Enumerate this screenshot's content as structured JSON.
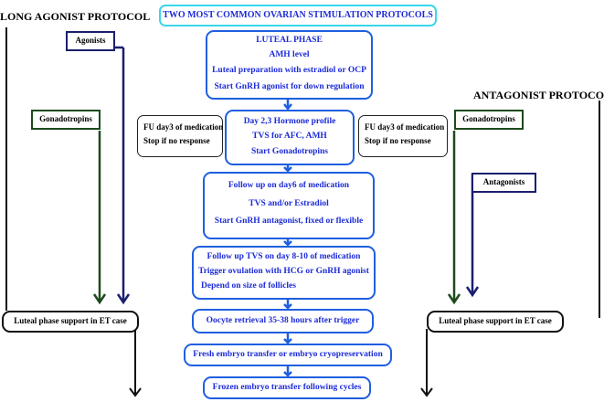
{
  "title": "TWO MOST COMMON OVARIAN STIMULATION PROTOCOLS",
  "left_protocol": {
    "heading": "LONG AGONIST PROTOCOL",
    "agonists": "Agonists",
    "gonadotropins": "Gonadotropins",
    "luteal_support": "Luteal phase support in ET case"
  },
  "right_protocol": {
    "heading": "ANTAGONIST PROTOCOL",
    "gonadotropins": "Gonadotropins",
    "antagonists": "Antagonists",
    "luteal_support": "Luteal phase support in ET case"
  },
  "followup_left": [
    "FU day3 of medication",
    "Stop if no response"
  ],
  "followup_right": [
    "FU day3 of medication",
    "Stop if no response"
  ],
  "steps": [
    [
      "LUTEAL PHASE",
      "AMH level",
      "Luteal preparation with estradiol or OCP",
      "Start GnRH agonist for down regulation"
    ],
    [
      "Day 2,3 Hormone profile",
      "TVS for AFC, AMH",
      "Start Gonadotropins"
    ],
    [
      "Follow up on day6 of medication",
      "TVS and/or Estradiol",
      "Start GnRH antagonist, fixed or flexible"
    ],
    [
      "Follow up TVS on day 8-10 of medication",
      "Trigger ovulation with HCG or GnRH agonist",
      "Depend on size of follicles"
    ],
    [
      "Oocyte retrieval 35-38 hours after trigger"
    ],
    [
      "Fresh embryo transfer or embryo cryopreservation"
    ],
    [
      "Frozen embryo transfer following cycles"
    ]
  ],
  "colors": {
    "blue": "#1f5fe0",
    "text_blue": "#1c2bd8",
    "navy": "#1a1f6e",
    "green": "#1d4a1d",
    "title_border": "#3ad6ea"
  }
}
